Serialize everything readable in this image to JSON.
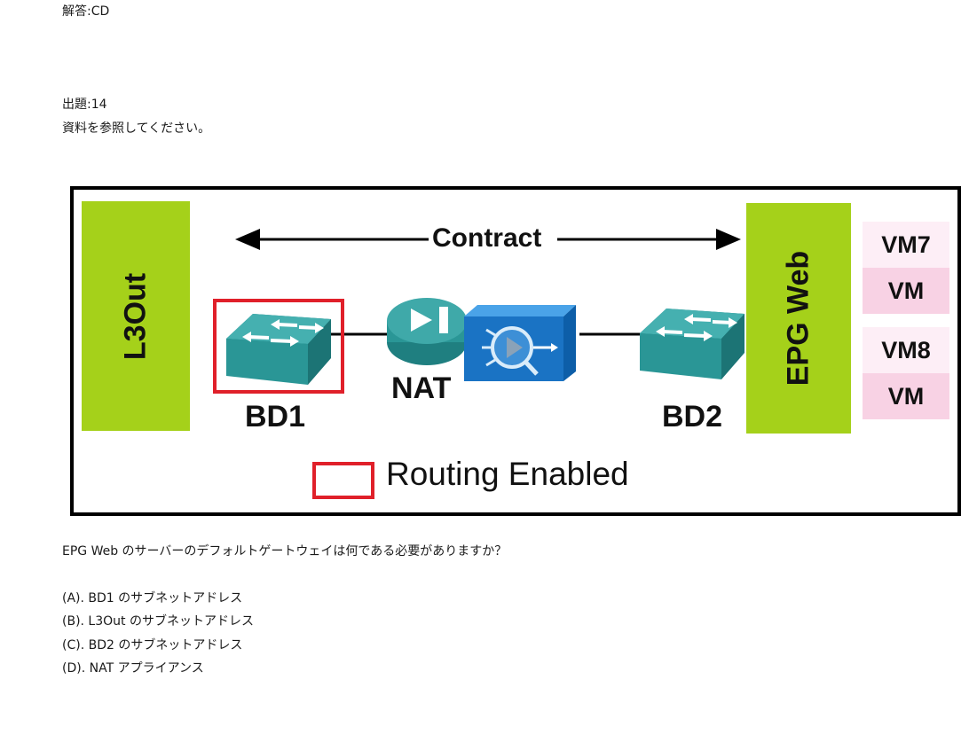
{
  "header": {
    "answer": "解答:CD",
    "question_number": "出題:14",
    "reference": "資料を参照してください。"
  },
  "diagram": {
    "contract_label": "Contract",
    "l3out_label": "L3Out",
    "epg_label": "EPG Web",
    "bd1_label": "BD1",
    "bd2_label": "BD2",
    "nat_label": "NAT",
    "legend_label": "Routing Enabled",
    "vms": [
      {
        "name": "VM7",
        "type": "VM"
      },
      {
        "name": "VM8",
        "type": "VM"
      }
    ],
    "colors": {
      "epg_green": "#a5d11a",
      "routing_red": "#e0202a",
      "switch_teal": "#2f9a9a",
      "appliance_blue": "#1a73c4",
      "vm_pink": "#f8d2e4"
    }
  },
  "question": "EPG Web のサーバーのデフォルトゲートウェイは何である必要がありますか？",
  "options": [
    "(A). BD1 のサブネットアドレス",
    "(B). L3Out のサブネットアドレス",
    "(C). BD2 のサブネットアドレス",
    "(D). NAT アプライアンス"
  ]
}
